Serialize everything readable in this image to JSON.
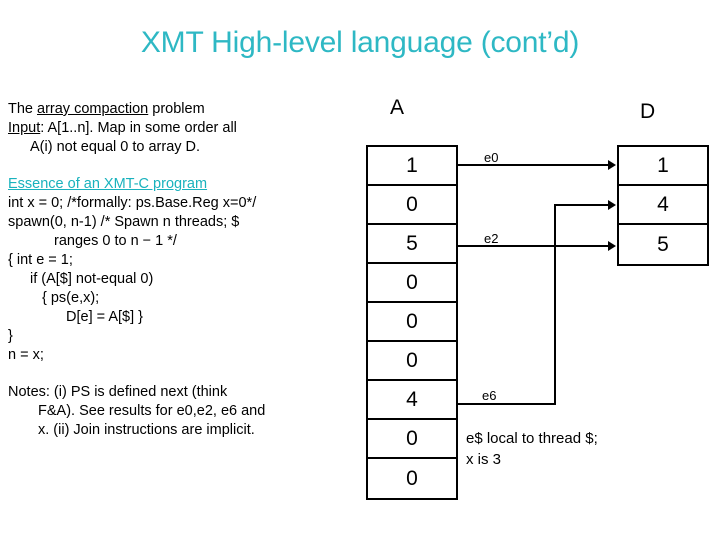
{
  "slide": {
    "title": "XMT High-level language (cont’d)",
    "title_color": "#2eb8c4",
    "left_text": {
      "p1_line1_a": "The ",
      "p1_line1_link": "array compaction",
      "p1_line1_b": " problem",
      "p1_line2_label": "Input",
      "p1_line2_rest": ": A[1..n]. Map in some order all",
      "p1_line3": "A(i)  not equal 0  to array D.",
      "p2_heading": "Essence of an XMT-C program",
      "p2_line1": "int x = 0; /*formally: ps.Base.Reg x=0*/",
      "p2_line2": "spawn(0, n-1) /* Spawn n threads; $",
      "p2_line3": "ranges 0 to n − 1 */",
      "p2_line4": "{ int e = 1;",
      "p2_line5": "if (A[$] not-equal 0)",
      "p2_line6": "{ ps(e,x);",
      "p2_line7": "D[e] = A[$] }",
      "p2_line8": "}",
      "p2_line9": "n = x;",
      "p3_line1": "Notes: (i) PS is defined next (think",
      "p3_line2": "F&A). See results for e0,e2, e6 and",
      "p3_line3": "x. (ii) Join instructions are implicit."
    },
    "array_a": {
      "label": "A",
      "values": [
        "1",
        "0",
        "5",
        "0",
        "0",
        "0",
        "4",
        "0",
        "0"
      ]
    },
    "array_d": {
      "label": "D",
      "values": [
        "1",
        "4",
        "5"
      ]
    },
    "edge_labels": {
      "e0": "e0",
      "e2": "e2",
      "e6": "e6"
    },
    "annotation": {
      "line1": "e$ local to thread $;",
      "line2": "x is 3"
    }
  }
}
